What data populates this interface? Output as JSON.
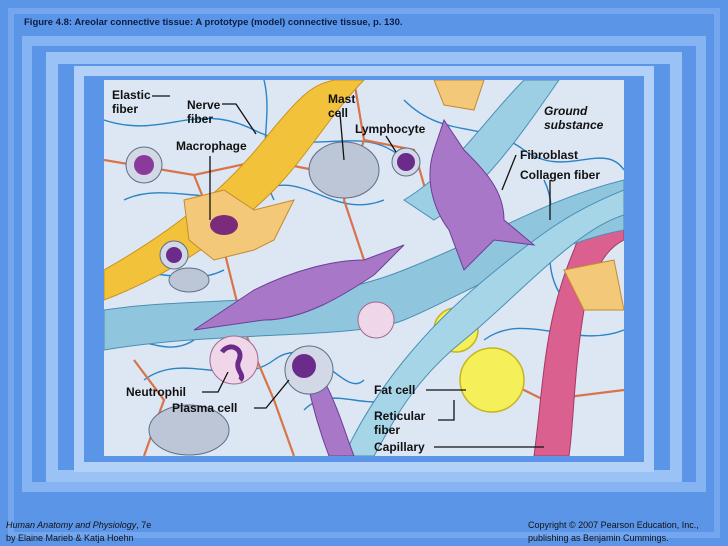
{
  "figure": {
    "caption": "Figure 4.8:  Areolar connective tissue: A prototype (model) connective tissue, p. 130."
  },
  "labels": {
    "elastic_fiber": "Elastic fiber",
    "nerve_fiber": "Nerve fiber",
    "macrophage": "Macrophage",
    "mast_cell": "Mast cell",
    "lymphocyte": "Lymphocyte",
    "ground_substance": "Ground substance",
    "fibroblast": "Fibroblast",
    "collagen_fiber": "Collagen fiber",
    "neutrophil": "Neutrophil",
    "plasma_cell": "Plasma cell",
    "fat_cell": "Fat cell",
    "reticular_fiber": "Reticular fiber",
    "capillary": "Capillary"
  },
  "footer": {
    "book_title": "Human Anatomy and Physiology",
    "edition": ", 7e",
    "authors": "by Elaine Marieb & Katja Hoehn",
    "copyright": "Copyright © 2007 Pearson Education, Inc.,",
    "publisher": "publishing as Benjamin Cummings."
  },
  "colors": {
    "background": "#5b95e8",
    "ground_substance": "#dde6f3",
    "collagen": "#8fc6dd",
    "elastic": "#f2c23b",
    "fibroblast": "#a877c8",
    "fat": "#f5ef5a",
    "capillary": "#d9608f",
    "reticular": "#2b84c7",
    "nerve": "#d8734a"
  }
}
